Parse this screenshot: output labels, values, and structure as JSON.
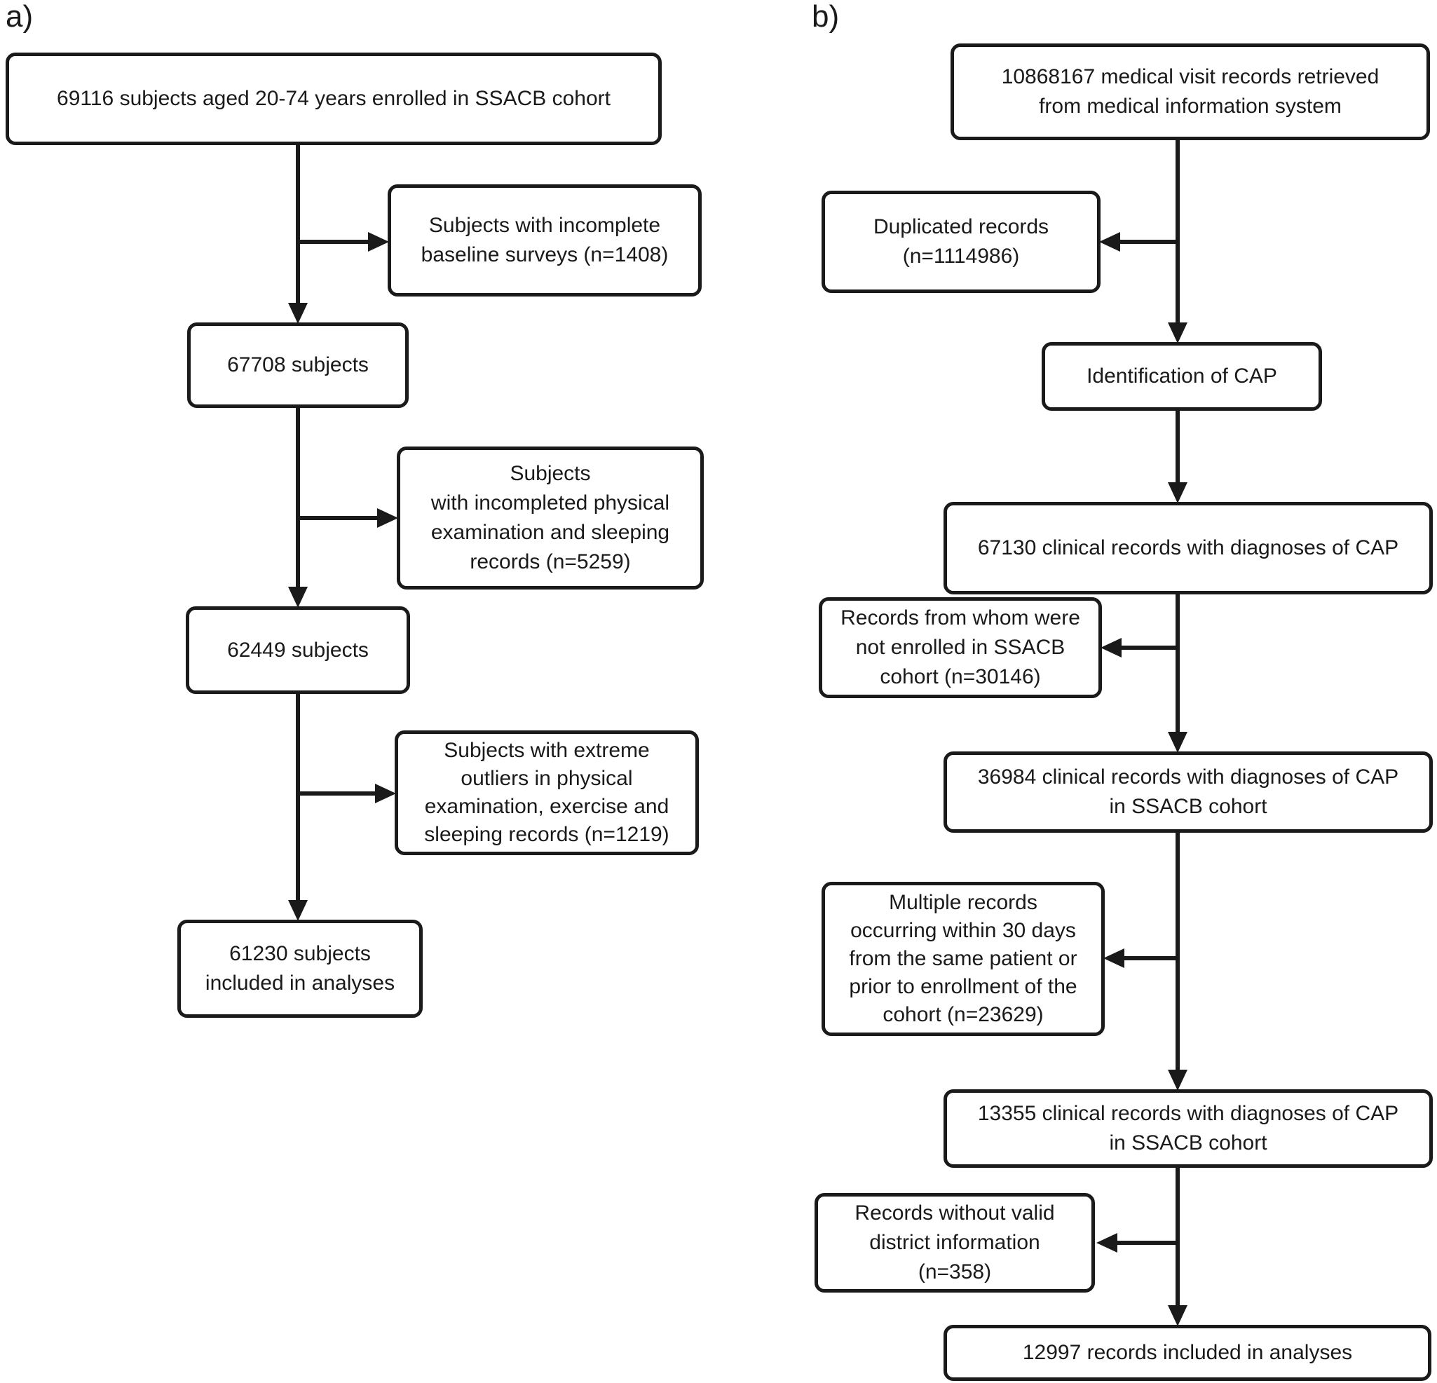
{
  "panel_a": {
    "label": "a)",
    "flow_boxes": [
      {
        "name": "enrolled-cohort",
        "text": "69116 subjects aged 20-74 years enrolled in SSACB cohort"
      },
      {
        "name": "after-baseline-exclusion",
        "text": "67708 subjects"
      },
      {
        "name": "after-exam-exclusion",
        "text": "62449 subjects"
      },
      {
        "name": "included-in-analyses",
        "text": "61230 subjects\nincluded in analyses"
      }
    ],
    "exclusion_boxes": [
      {
        "name": "incomplete-baseline-surveys",
        "text": "Subjects with incomplete\nbaseline surveys (n=1408)"
      },
      {
        "name": "incompleted-physical-examination",
        "text": "Subjects\nwith incompleted physical\nexamination and sleeping\nrecords (n=5259)"
      },
      {
        "name": "extreme-outliers",
        "text": "Subjects with extreme\noutliers in physical\nexamination, exercise and\nsleeping records (n=1219)"
      }
    ]
  },
  "panel_b": {
    "label": "b)",
    "flow_boxes": [
      {
        "name": "records-retrieved",
        "text": "10868167 medical visit records retrieved\nfrom medical information system"
      },
      {
        "name": "identification-of-cap",
        "text": "Identification of CAP"
      },
      {
        "name": "cap-records",
        "text": "67130 clinical records with diagnoses of CAP"
      },
      {
        "name": "cap-records-in-cohort",
        "text": "36984 clinical records with diagnoses of CAP\nin SSACB cohort"
      },
      {
        "name": "cap-records-deduplicated",
        "text": "13355 clinical records with diagnoses of CAP\nin SSACB cohort"
      },
      {
        "name": "records-included",
        "text": "12997 records included in analyses"
      }
    ],
    "exclusion_boxes": [
      {
        "name": "duplicated-records",
        "text": "Duplicated records\n(n=1114986)"
      },
      {
        "name": "not-enrolled-in-cohort",
        "text": "Records from whom were\nnot enrolled in SSACB\ncohort (n=30146)"
      },
      {
        "name": "multiple-records-30-days",
        "text": "Multiple records\noccurring within 30 days\nfrom the same patient or\nprior to enrollment of the\ncohort (n=23629)"
      },
      {
        "name": "no-valid-district",
        "text": "Records without valid\ndistrict information\n(n=358)"
      }
    ]
  }
}
